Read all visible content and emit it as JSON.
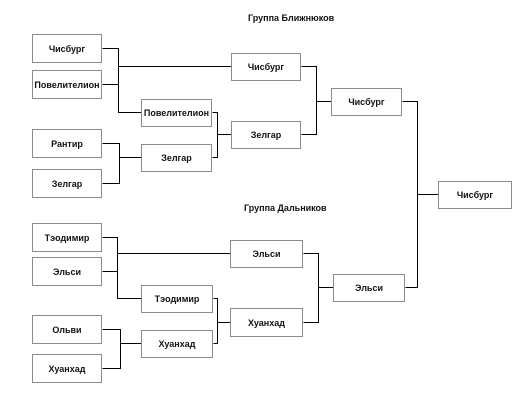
{
  "groups": {
    "near": "Группа Ближнюков",
    "far": "Группа Дальников"
  },
  "near_round1": [
    "Чисбург",
    "Повелителион",
    "Рантир",
    "Зелгар"
  ],
  "near_round2": [
    "Повелителион",
    "Зелгар"
  ],
  "near_semis": [
    "Чисбург",
    "Зелгар"
  ],
  "near_winner": "Чисбург",
  "far_round1": [
    "Тэодимир",
    "Эльси",
    "Ольви",
    "Хуанхад"
  ],
  "far_round2": [
    "Тэодимир",
    "Хуанхад"
  ],
  "far_semis": [
    "Эльси",
    "Хуанхад"
  ],
  "far_winner": "Эльси",
  "champion": "Чисбург",
  "colors": {
    "line": "#000000",
    "box_border": "#8c8c8c",
    "text": "#111111"
  }
}
